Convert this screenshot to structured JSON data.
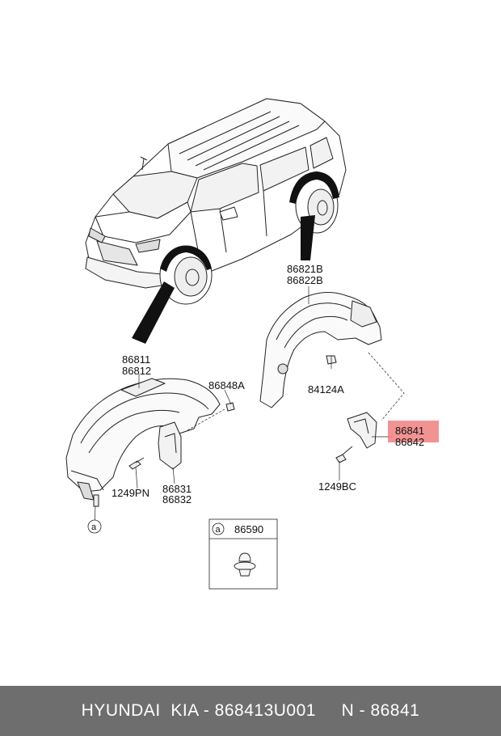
{
  "labels": {
    "front_liner": [
      "86811",
      "86812"
    ],
    "rear_liner": [
      "86821B",
      "86822B"
    ],
    "clip_front": "86848A",
    "nut_rear": "84124A",
    "mudguard_front": [
      "86831",
      "86832"
    ],
    "mudguard_rear": [
      "86841",
      "86842"
    ],
    "screw_front": "1249PN",
    "screw_rear": "1249BC",
    "callout_a": "a",
    "legend_letter": "a",
    "legend_part": "86590"
  },
  "colors": {
    "highlight": "#f08080",
    "footer_bg": "#6e6e6e"
  },
  "footer": {
    "text": "HYUNDAI  KIA - 868413U001     N - 86841"
  }
}
